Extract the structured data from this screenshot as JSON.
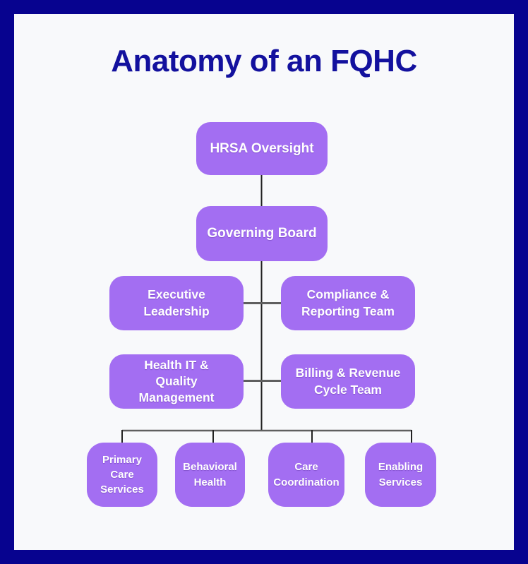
{
  "title": "Anatomy of an FQHC",
  "colors": {
    "frame_border": "#07038f",
    "panel_background": "#f8f9fb",
    "title_text": "#13119e",
    "node_fill": "#a36ef2",
    "node_text": "#ffffff",
    "connector_vertical": "#222222",
    "connector_horizontal": "#5f5f5f"
  },
  "org_chart": {
    "nodes": {
      "hrsa": {
        "label": "HRSA Oversight"
      },
      "governing": {
        "label": "Governing Board"
      },
      "executive": {
        "label": "Executive\nLeadership"
      },
      "compliance": {
        "label": "Compliance &\nReporting Team"
      },
      "healthit": {
        "label": "Health IT &\nQuality\nManagement"
      },
      "billing": {
        "label": "Billing & Revenue\nCycle Team"
      },
      "primary": {
        "label": "Primary\nCare\nServices"
      },
      "behavioral": {
        "label": "Behavioral\nHealth"
      },
      "care": {
        "label": "Care\nCoordination"
      },
      "enabling": {
        "label": "Enabling\nServices"
      }
    },
    "edges": [
      [
        "hrsa",
        "governing"
      ],
      [
        "governing",
        "executive"
      ],
      [
        "governing",
        "compliance"
      ],
      [
        "governing",
        "healthit"
      ],
      [
        "governing",
        "billing"
      ],
      [
        "governing",
        "primary"
      ],
      [
        "governing",
        "behavioral"
      ],
      [
        "governing",
        "care"
      ],
      [
        "governing",
        "enabling"
      ]
    ]
  }
}
